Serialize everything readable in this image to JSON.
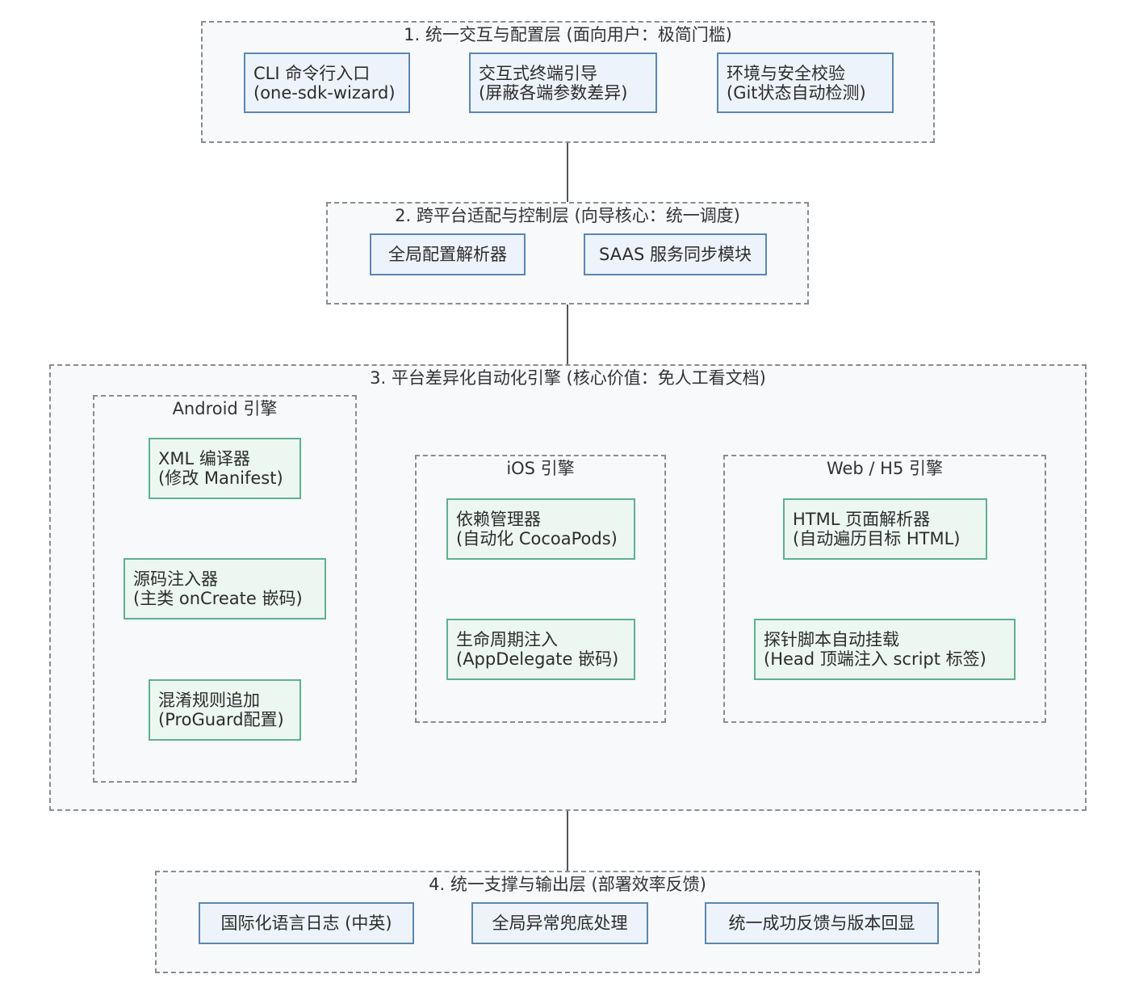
{
  "layers": {
    "l1": {
      "title": "1. 统一交互与配置层 (面向用户：极简门槛)",
      "nodes": [
        {
          "line1": "CLI 命令行入口",
          "line2": "(one-sdk-wizard)"
        },
        {
          "line1": "交互式终端引导",
          "line2": "(屏蔽各端参数差异)"
        },
        {
          "line1": "环境与安全校验",
          "line2": "(Git状态自动检测)"
        }
      ]
    },
    "l2": {
      "title": "2. 跨平台适配与控制层 (向导核心：统一调度)",
      "nodes": [
        {
          "line1": "全局配置解析器"
        },
        {
          "line1": "SAAS 服务同步模块"
        }
      ]
    },
    "l3": {
      "title": "3. 平台差异化自动化引擎 (核心价值：免人工看文档)",
      "android": {
        "title": "Android 引擎",
        "nodes": [
          {
            "line1": "XML 编译器",
            "line2": "(修改 Manifest)"
          },
          {
            "line1": "源码注入器",
            "line2": "(主类 onCreate 嵌码)"
          },
          {
            "line1": "混淆规则追加",
            "line2": "(ProGuard配置)"
          }
        ]
      },
      "ios": {
        "title": "iOS 引擎",
        "nodes": [
          {
            "line1": "依赖管理器",
            "line2": "(自动化 CocoaPods)"
          },
          {
            "line1": "生命周期注入",
            "line2": "(AppDelegate 嵌码)"
          }
        ]
      },
      "web": {
        "title": "Web / H5 引擎",
        "nodes": [
          {
            "line1": "HTML 页面解析器",
            "line2": "(自动遍历目标 HTML)"
          },
          {
            "line1": "探针脚本自动挂载",
            "line2": "(Head 顶端注入 script 标签)"
          }
        ]
      }
    },
    "l4": {
      "title": "4. 统一支撑与输出层 (部署效率反馈)",
      "nodes": [
        {
          "line1": "国际化语言日志 (中英)"
        },
        {
          "line1": "全局异常兜底处理"
        },
        {
          "line1": "统一成功反馈与版本回显"
        }
      ]
    }
  },
  "colors": {
    "group_border": "#8c8c8c",
    "group_fill": "#f7f9fb",
    "blue_node_border": "#5b87b0",
    "blue_node_fill": "#edf3fa",
    "green_node_border": "#5fb08f",
    "green_node_fill": "#ecf7f2",
    "connector": "#555555"
  }
}
